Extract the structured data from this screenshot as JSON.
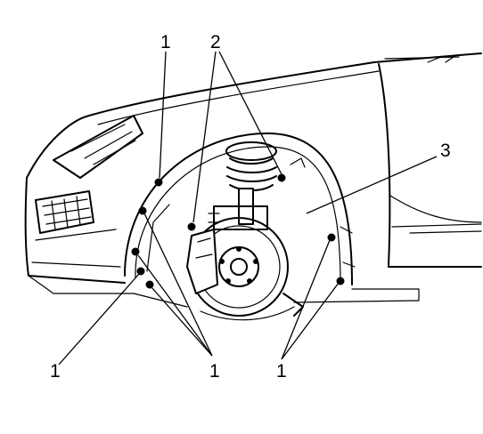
{
  "diagram": {
    "callouts": {
      "c1_top": "1",
      "c2_top": "2",
      "c3_right": "3",
      "c1_bottom_left": "1",
      "c1_bottom_center": "1",
      "c1_bottom_right": "1"
    },
    "colors": {
      "line": "#000000",
      "background": "#ffffff"
    }
  }
}
